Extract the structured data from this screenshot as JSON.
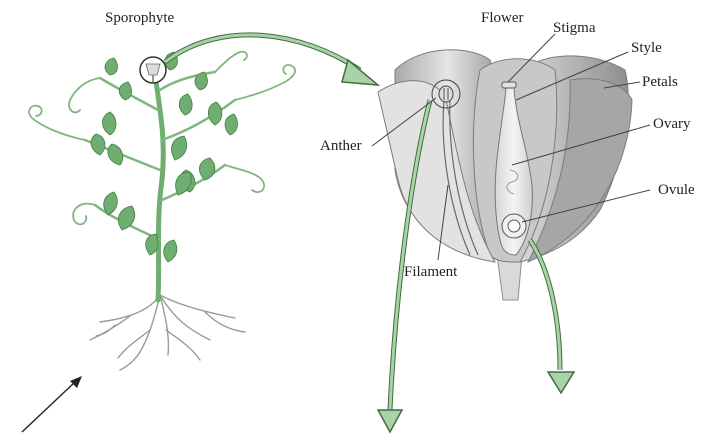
{
  "diagram": {
    "labels": {
      "sporophyte": "Sporophyte",
      "flower": "Flower",
      "stigma": "Stigma",
      "style": "Style",
      "petals": "Petals",
      "ovary": "Ovary",
      "anther": "Anther",
      "ovule": "Ovule",
      "filament": "Filament"
    },
    "colors": {
      "stem": "#7fb77e",
      "stem_dark": "#4f8f52",
      "leaf": "#6fae70",
      "leaf_dark": "#3f7f45",
      "root": "#9a9a9a",
      "petal_light": "#e4e4e4",
      "petal_mid": "#c4c4c4",
      "petal_dark": "#9c9c9c",
      "arrow_fill": "#a9d2a6",
      "arrow_stroke": "#3f6f42",
      "leader": "#444444"
    }
  }
}
